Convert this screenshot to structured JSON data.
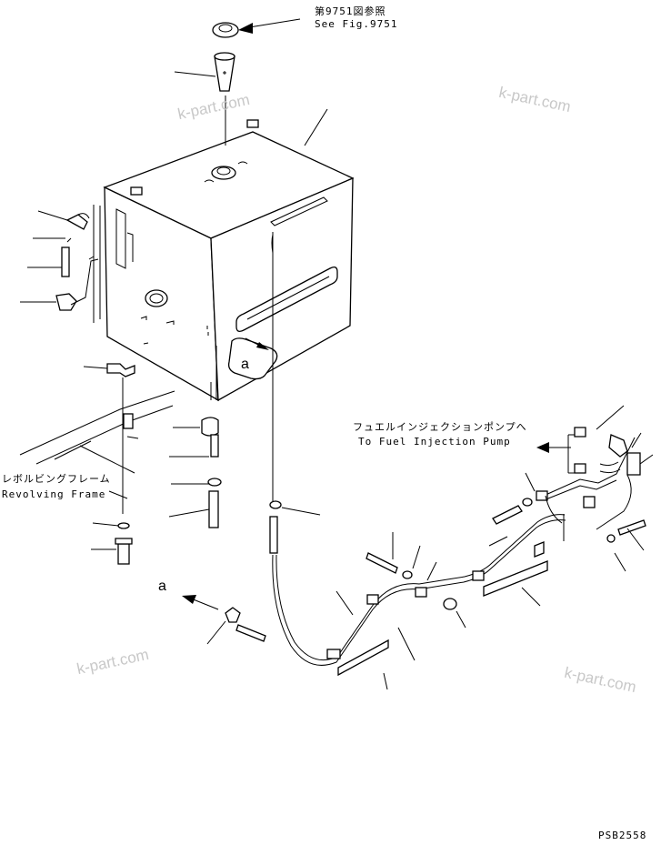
{
  "references": {
    "see_fig_jp": "第9751図参照",
    "see_fig_en": "See Fig.9751",
    "fuel_pump_jp": "フュエルインジェクションポンプへ",
    "fuel_pump_en": "To Fuel Injection Pump",
    "frame_jp": "レボルビングフレーム",
    "frame_en": "Revolving Frame"
  },
  "view_labels": {
    "detail_a_tank": "a",
    "detail_a_pipe": "a"
  },
  "watermarks": [
    "k-part.com",
    "k-part.com",
    "k-part.com",
    "k-part.com"
  ],
  "drawing_number": "PSB2558"
}
